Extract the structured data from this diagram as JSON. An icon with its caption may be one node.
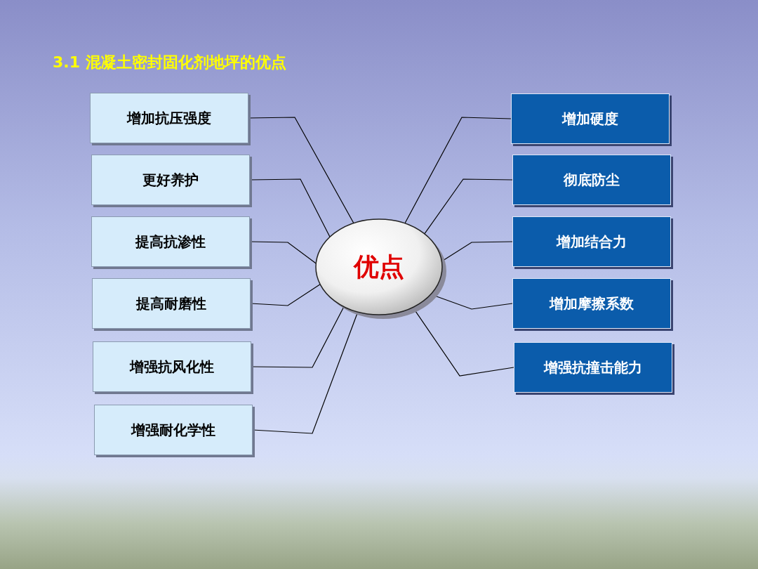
{
  "diagram": {
    "title": "3.1 混凝土密封固化剂地坪的优点",
    "nodes": [
      {
        "text": [
          "优点"
        ]
      },
      {
        "text": [
          "增加抗压强度"
        ]
      },
      {
        "text": [
          "更好养护"
        ]
      },
      {
        "text": [
          "提高抗渗性"
        ]
      },
      {
        "text": [
          "提高耐磨性"
        ]
      },
      {
        "text": [
          "增强抗风化性"
        ]
      },
      {
        "text": [
          "增强耐化学性"
        ]
      },
      {
        "text": [
          "增加硬度"
        ]
      },
      {
        "text": [
          "彻底防尘"
        ]
      },
      {
        "text": [
          "增加结合力"
        ]
      },
      {
        "text": [
          "增加摩擦系数"
        ]
      },
      {
        "text": [
          "增强抗撞击能力"
        ]
      }
    ],
    "edges": [
      {
        "from": 0,
        "to": 1,
        "arrow": "none"
      },
      {
        "from": 0,
        "to": 2,
        "arrow": "none"
      },
      {
        "from": 0,
        "to": 3,
        "arrow": "none"
      },
      {
        "from": 0,
        "to": 4,
        "arrow": "none"
      },
      {
        "from": 0,
        "to": 5,
        "arrow": "none"
      },
      {
        "from": 0,
        "to": 6,
        "arrow": "none"
      },
      {
        "from": 0,
        "to": 7,
        "arrow": "none"
      },
      {
        "from": 0,
        "to": 8,
        "arrow": "none"
      },
      {
        "from": 0,
        "to": 9,
        "arrow": "none"
      },
      {
        "from": 0,
        "to": 10,
        "arrow": "none"
      },
      {
        "from": 0,
        "to": 11,
        "arrow": "none"
      }
    ]
  }
}
